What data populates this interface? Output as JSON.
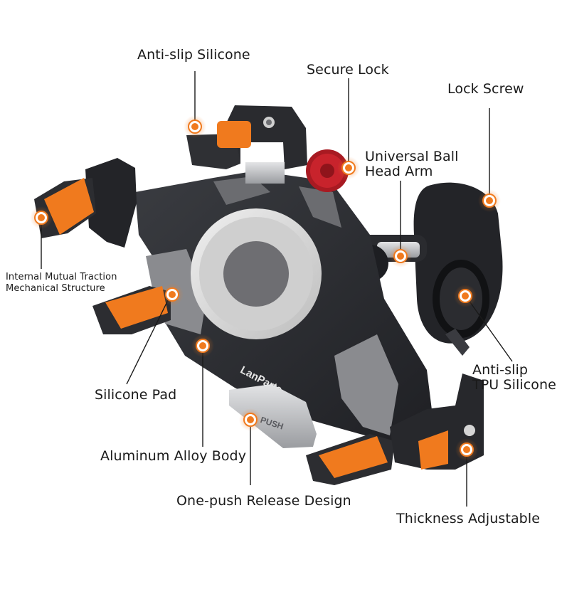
{
  "brand": {
    "logo_text": "LanParte",
    "push_text": "PUSH"
  },
  "colors": {
    "background": "#ffffff",
    "body": "#2c2e32",
    "accent_orange": "#f07a1e",
    "ring_silicone": "#d9d9d9",
    "center_disc": "#6e6e72",
    "red_knob": "#c8232c",
    "label_text": "#1a1a1a"
  },
  "callouts": [
    {
      "id": "anti-slip-silicone",
      "text": "Anti-slip Silicone"
    },
    {
      "id": "secure-lock",
      "text": "Secure Lock"
    },
    {
      "id": "lock-screw",
      "text": "Lock Screw"
    },
    {
      "id": "universal-ball-head-arm",
      "text": "Universal Ball\nHead Arm"
    },
    {
      "id": "internal-mutual-traction",
      "text": "Internal Mutual Traction\nMechanical Structure"
    },
    {
      "id": "anti-slip-tpu-silicone",
      "text": "Anti-slip\nTPU Silicone"
    },
    {
      "id": "silicone-pad",
      "text": "Silicone Pad"
    },
    {
      "id": "aluminum-alloy-body",
      "text": "Aluminum Alloy Body"
    },
    {
      "id": "one-push-release",
      "text": "One-push Release Design"
    },
    {
      "id": "thickness-adjustable",
      "text": "Thickness Adjustable"
    }
  ]
}
